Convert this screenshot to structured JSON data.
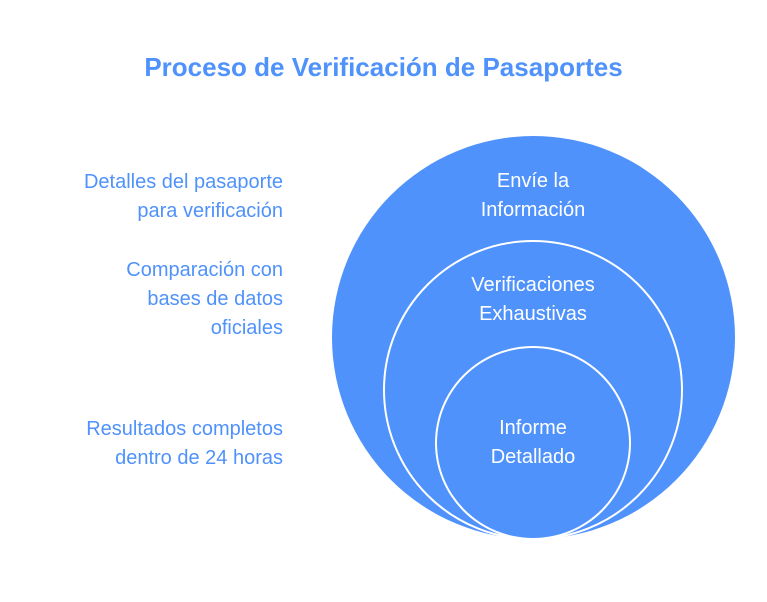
{
  "title": "Proceso de Verificación de Pasaportes",
  "colors": {
    "accent": "#4f92fb",
    "circle_fill": "#4f92fb",
    "circle_stroke": "#ffffff",
    "background": "#ffffff"
  },
  "labels": [
    {
      "text": "Detalles del pasaporte\npara verificación"
    },
    {
      "text": "Comparación con\nbases de datos\noficiales"
    },
    {
      "text": "Resultados completos\ndentro de 24 horas"
    }
  ],
  "circles": [
    {
      "level": "outer",
      "text": "Envíe la\nInformación"
    },
    {
      "level": "middle",
      "text": "Verificaciones\nExhaustivas"
    },
    {
      "level": "inner",
      "text": "Informe\nDetallado"
    }
  ]
}
